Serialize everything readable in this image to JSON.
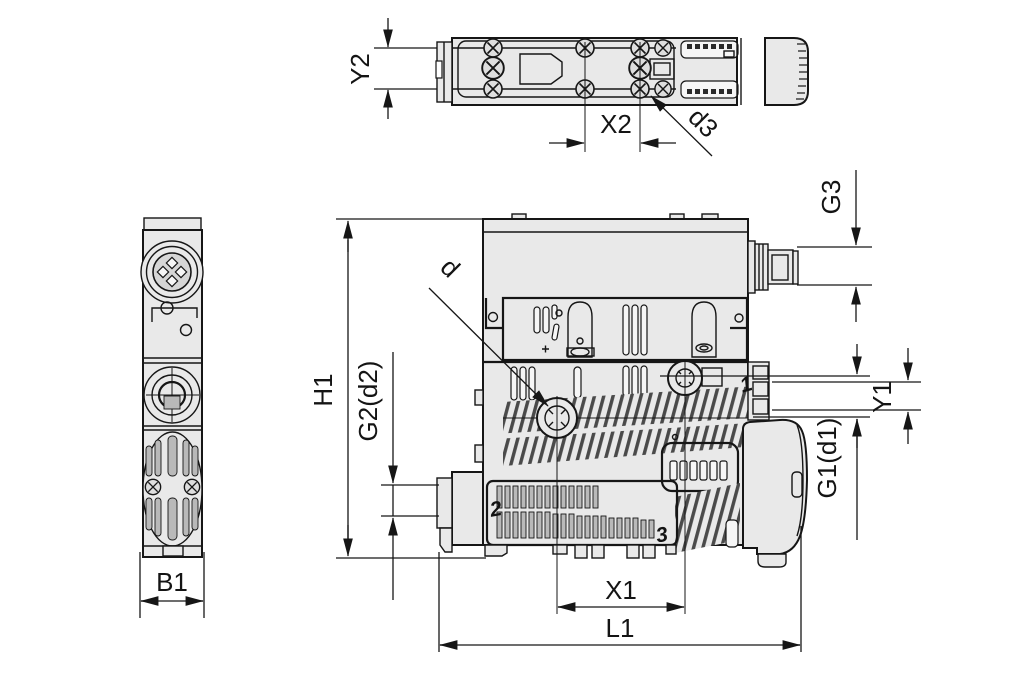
{
  "colors": {
    "line": "#161616",
    "body_fill": "#e9e9e9",
    "background": "#ffffff"
  },
  "dims": {
    "y2": "Y2",
    "x2": "X2",
    "d3": "d3",
    "h1": "H1",
    "g2d2": "G2(d2)",
    "d": "d",
    "g3": "G3",
    "y1": "Y1",
    "g1d1": "G1(d1)",
    "x1": "X1",
    "l1": "L1",
    "b1": "B1"
  },
  "markers": {
    "port1": "1",
    "port2": "2",
    "port3": "3"
  }
}
